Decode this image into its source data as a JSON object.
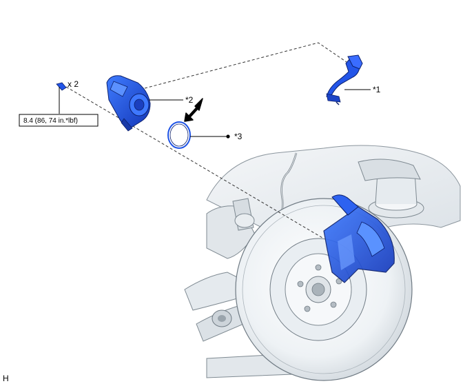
{
  "labels": {
    "part1": "*1",
    "part2": "*2",
    "part3": "*3",
    "bolt_qty": "x 2",
    "torque": "8.4 (86, 74 in.*lbf)",
    "corner_code": "H"
  },
  "colors": {
    "highlight_part": "#1f54e6",
    "highlight_caliper": "#2d6ef0",
    "outline": "#111111",
    "chassis_light": "#f1f4f6",
    "chassis_mid": "#d7dde2",
    "chassis_dark": "#b7c0c7"
  },
  "icons": {
    "arrow": "install-direction-arrow-icon",
    "dot": "new-part-dot-icon"
  }
}
